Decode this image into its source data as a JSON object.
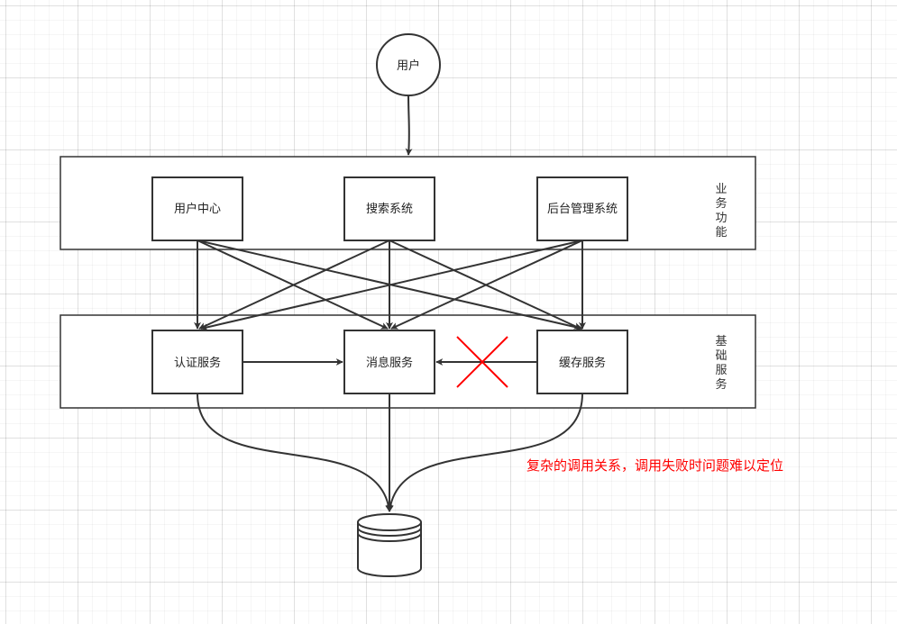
{
  "user": {
    "label": "用户"
  },
  "business_layer": {
    "label_chars": [
      "业",
      "务",
      "功",
      "能"
    ],
    "nodes": [
      "用户中心",
      "搜索系统",
      "后台管理系统"
    ]
  },
  "base_layer": {
    "label_chars": [
      "基",
      "础",
      "服",
      "务"
    ],
    "nodes": [
      "认证服务",
      "消息服务",
      "缓存服务"
    ]
  },
  "annotation": {
    "text": "复杂的调用关系，调用失败时问题难以定位"
  },
  "colors": {
    "stroke": "#333333",
    "annotation": "#ff0000",
    "cross": "#ff0000"
  },
  "icons": {
    "database": "database-icon",
    "failure": "red-x-icon"
  }
}
